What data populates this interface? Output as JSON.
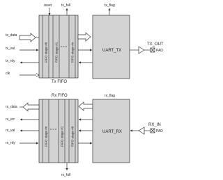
{
  "top": {
    "title": "Tx FIFO",
    "reset": "reset",
    "tx_full": "tx_full",
    "tx_flag": "tx_flag",
    "inputs": [
      "tx_data",
      "tx_val",
      "tx_rdy",
      "clk"
    ],
    "stages": [
      "FIFO stage #0",
      "FIFO stage #1",
      "FIFO stage #n"
    ],
    "uart": "UART_TX",
    "out_label": "TX_OUT",
    "pad": "PAD"
  },
  "bottom": {
    "title": "Rx FIFO",
    "rx_flag": "rx_flag",
    "rx_full": "rx_full",
    "outputs": [
      "rx_data",
      "rx_err",
      "rx_val",
      "rx_rdy"
    ],
    "stages": [
      "FIFO stage #n",
      "FIFO stage #1",
      "FIFO stage #0"
    ],
    "uart": "UART_RX",
    "in_label": "RX_IN",
    "pad": "PAD"
  }
}
